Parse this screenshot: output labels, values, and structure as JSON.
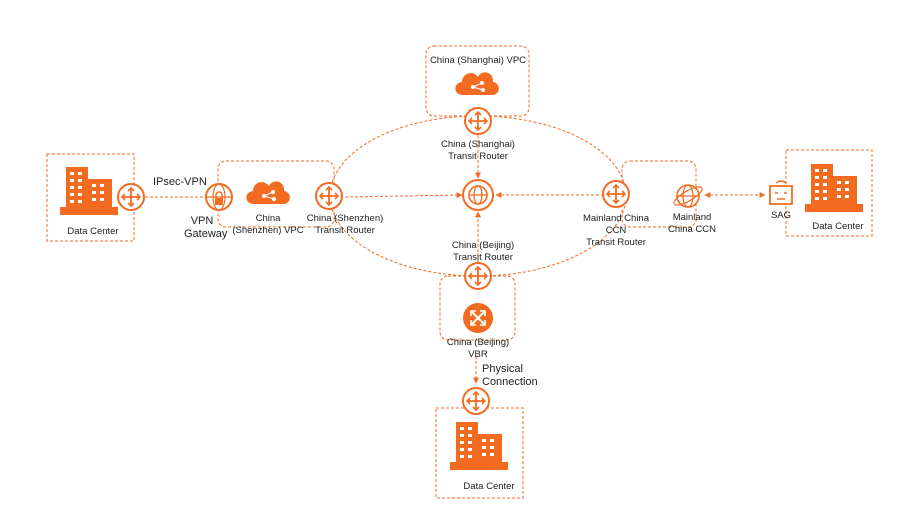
{
  "colors": {
    "accent": "#f26b21",
    "text": "#222222",
    "background": "#ffffff"
  },
  "nodes": {
    "dc_left": {
      "label": "Data Center",
      "icon": "building-icon"
    },
    "dc_right": {
      "label": "Data Center",
      "icon": "building-icon"
    },
    "dc_bottom": {
      "label": "Data Center",
      "icon": "building-icon"
    },
    "vpn_gateway": {
      "label_line1": "VPN",
      "label_line2": "Gateway",
      "icon": "vpn-gateway-icon"
    },
    "ipsec_vpn": {
      "label": "IPsec-VPN"
    },
    "shenzhen_vpc": {
      "label_line1": "China",
      "label_line2": "(Shenzhen) VPC",
      "icon": "cloud-icon"
    },
    "shenzhen_tr": {
      "label_line1": "China (Shenzhen)",
      "label_line2": "Transit Router",
      "icon": "router-icon"
    },
    "shanghai_vpc": {
      "label": "China (Shanghai) VPC",
      "icon": "cloud-icon"
    },
    "shanghai_tr": {
      "label_line1": "China (Shanghai)",
      "label_line2": "Transit Router",
      "icon": "router-icon"
    },
    "cen": {
      "icon": "globe-network-icon"
    },
    "beijing_tr": {
      "label_line1": "China (Beijing)",
      "label_line2": "Transit Router",
      "icon": "router-icon"
    },
    "beijing_vbr": {
      "label_line1": "China (Beijing)",
      "label_line2": "VBR",
      "icon": "vbr-icon"
    },
    "physical_connection": {
      "label_line1": "Physical",
      "label_line2": "Connection"
    },
    "ccn_tr": {
      "label_line1": "Mainland China",
      "label_line2": "CCN",
      "label_line3": "Transit Router",
      "icon": "router-icon"
    },
    "ccn": {
      "label_line1": "Mainland",
      "label_line2": "China CCN",
      "icon": "globe-icon"
    },
    "sag": {
      "label": "SAG",
      "icon": "sag-icon"
    }
  }
}
